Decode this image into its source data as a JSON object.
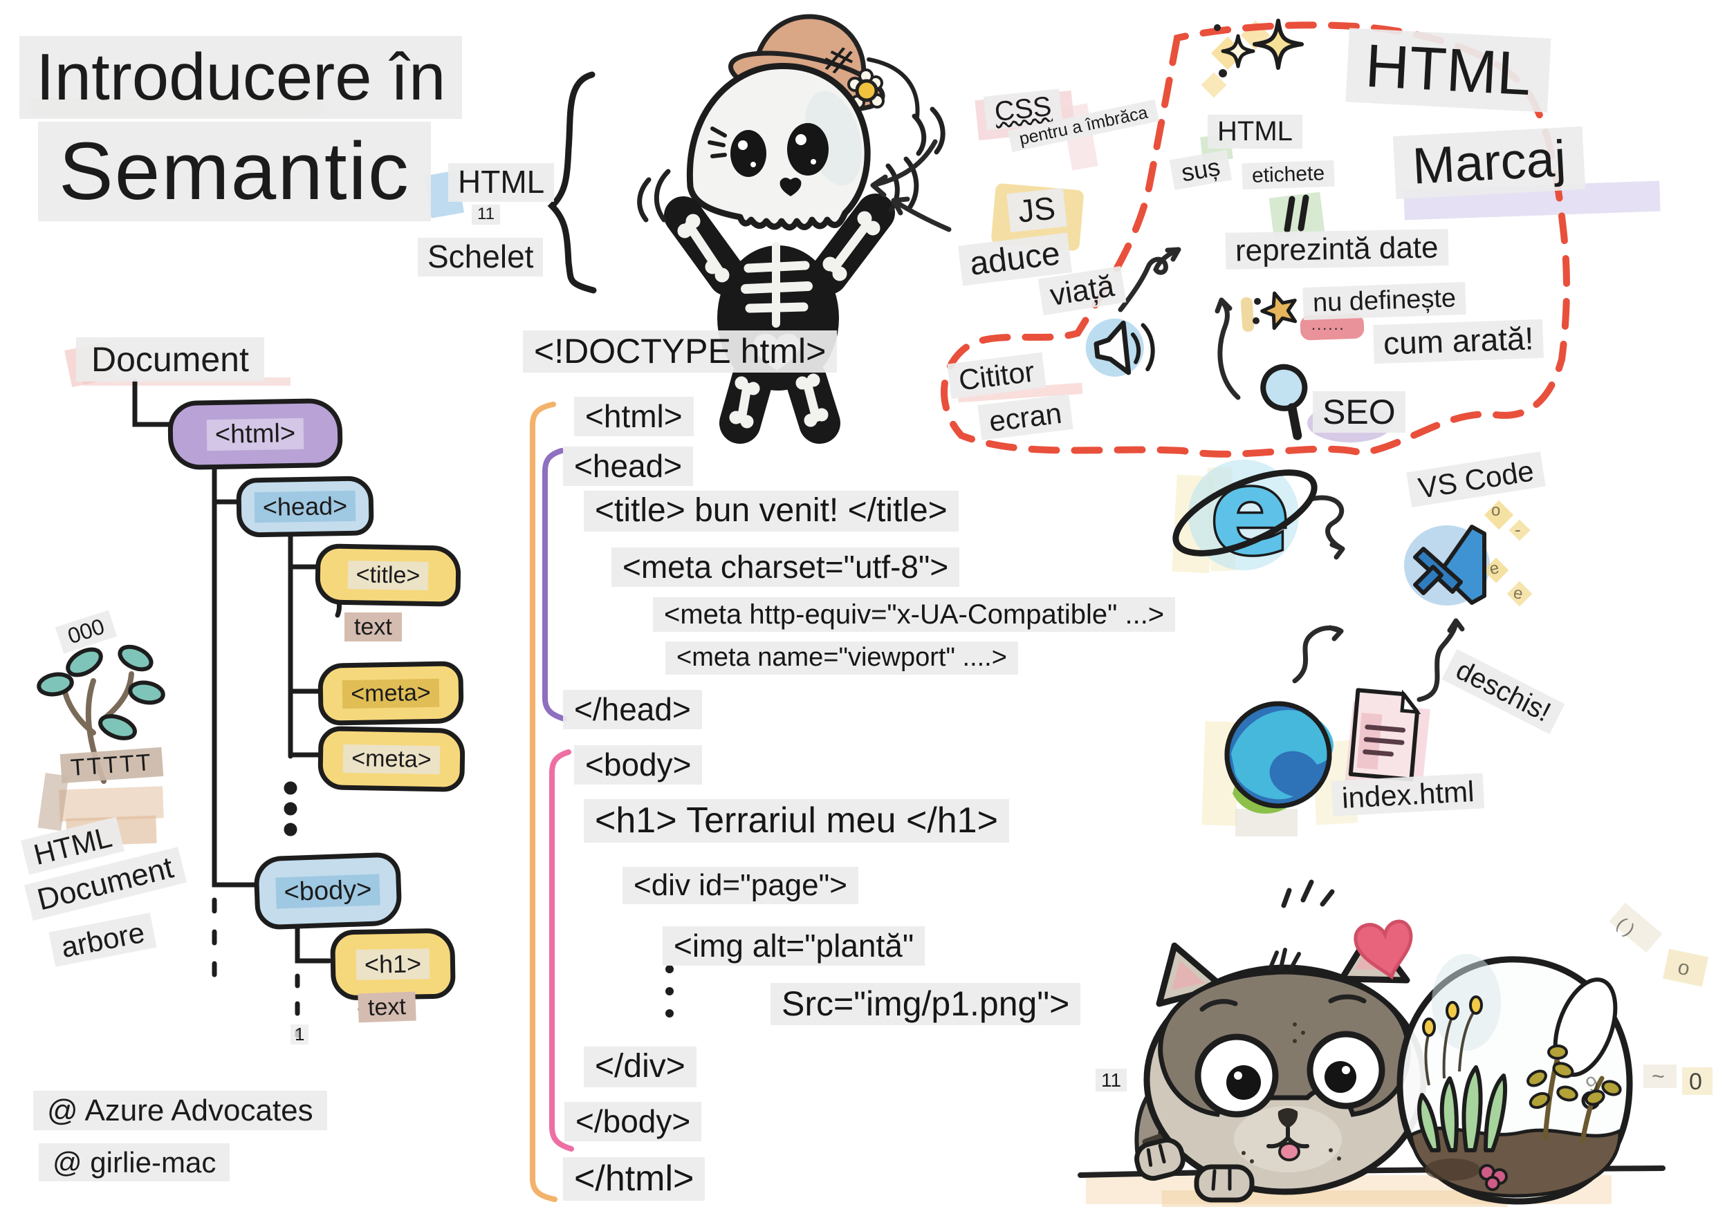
{
  "title": {
    "line1": "Introducere în",
    "line2": "Semantic"
  },
  "skeleton": {
    "label": "HTML",
    "version": "11",
    "caption": "Schelet"
  },
  "css": {
    "label": "CSS",
    "note1": "pentru a îmbrăca",
    "note2": "suș"
  },
  "js": {
    "label": "JS",
    "note1": "aduce",
    "note2": "viață"
  },
  "marcaj": {
    "big": "HTML",
    "title": "Marcaj",
    "small": "HTML",
    "etichete": "etichete",
    "reprezinta": "reprezintă date",
    "nu_defineste": "nu definește",
    "dots": "......",
    "cum_arata": "cum arată!",
    "seo": "SEO",
    "cititor_line1": "Cititor",
    "cititor_line2": "ecran"
  },
  "tree": {
    "heading": "Document",
    "html": "<html>",
    "head": "<head>",
    "title_node": "<title>",
    "text1": "text",
    "meta1": "<meta>",
    "meta2": "<meta>",
    "body": "<body>",
    "h1": "<h1>",
    "text2": "text",
    "one": "1",
    "plant_zeros": "000",
    "plant_base": "TTTTT",
    "caption1": "HTML",
    "caption2": "Document",
    "caption3": "arbore"
  },
  "code": {
    "lines": [
      "<!DOCTYPE html>",
      "<html>",
      "<head>",
      "<title> bun venit! </title>",
      "<meta charset=\"utf-8\">",
      "<meta http-equiv=\"x-UA-Compatible\" ...>",
      "<meta name=\"viewport\" ....>",
      "</head>",
      "<body>",
      "<h1> Terrariul meu </h1>",
      "<div id=\"page\">",
      "<img alt=\"plantă\"",
      "Src=\"img/p1.png\">",
      "</div>",
      "</body>",
      "</html>"
    ]
  },
  "tools": {
    "vscode_label": "VS Code",
    "deschis": "deschis!",
    "filename": "index.html",
    "scribble_o": "o",
    "scribble_dash": "-",
    "scribble_e": "e"
  },
  "footer": {
    "line1": "@ Azure Advocates",
    "line2": "@ girlie-mac"
  },
  "mascot": {
    "eleven": "11",
    "tag_paren": "( )",
    "tag_o": "o",
    "tag_tilde": "~",
    "tag_zero": "0",
    "tag_nine": "9"
  },
  "colors": {
    "label_bg": "#ececec",
    "red_dash": "#e8503c",
    "bracket_html": "#f3b26b",
    "bracket_head": "#8f6fc0",
    "bracket_body": "#ee6fa3",
    "node_purple": "#b9a2d6",
    "node_blue": "#a9cbe2",
    "node_yellow": "#f6d87c",
    "node_cream": "#ece2c6",
    "node_mustard": "#e0bd55",
    "node_text": "#d5bcb0"
  }
}
